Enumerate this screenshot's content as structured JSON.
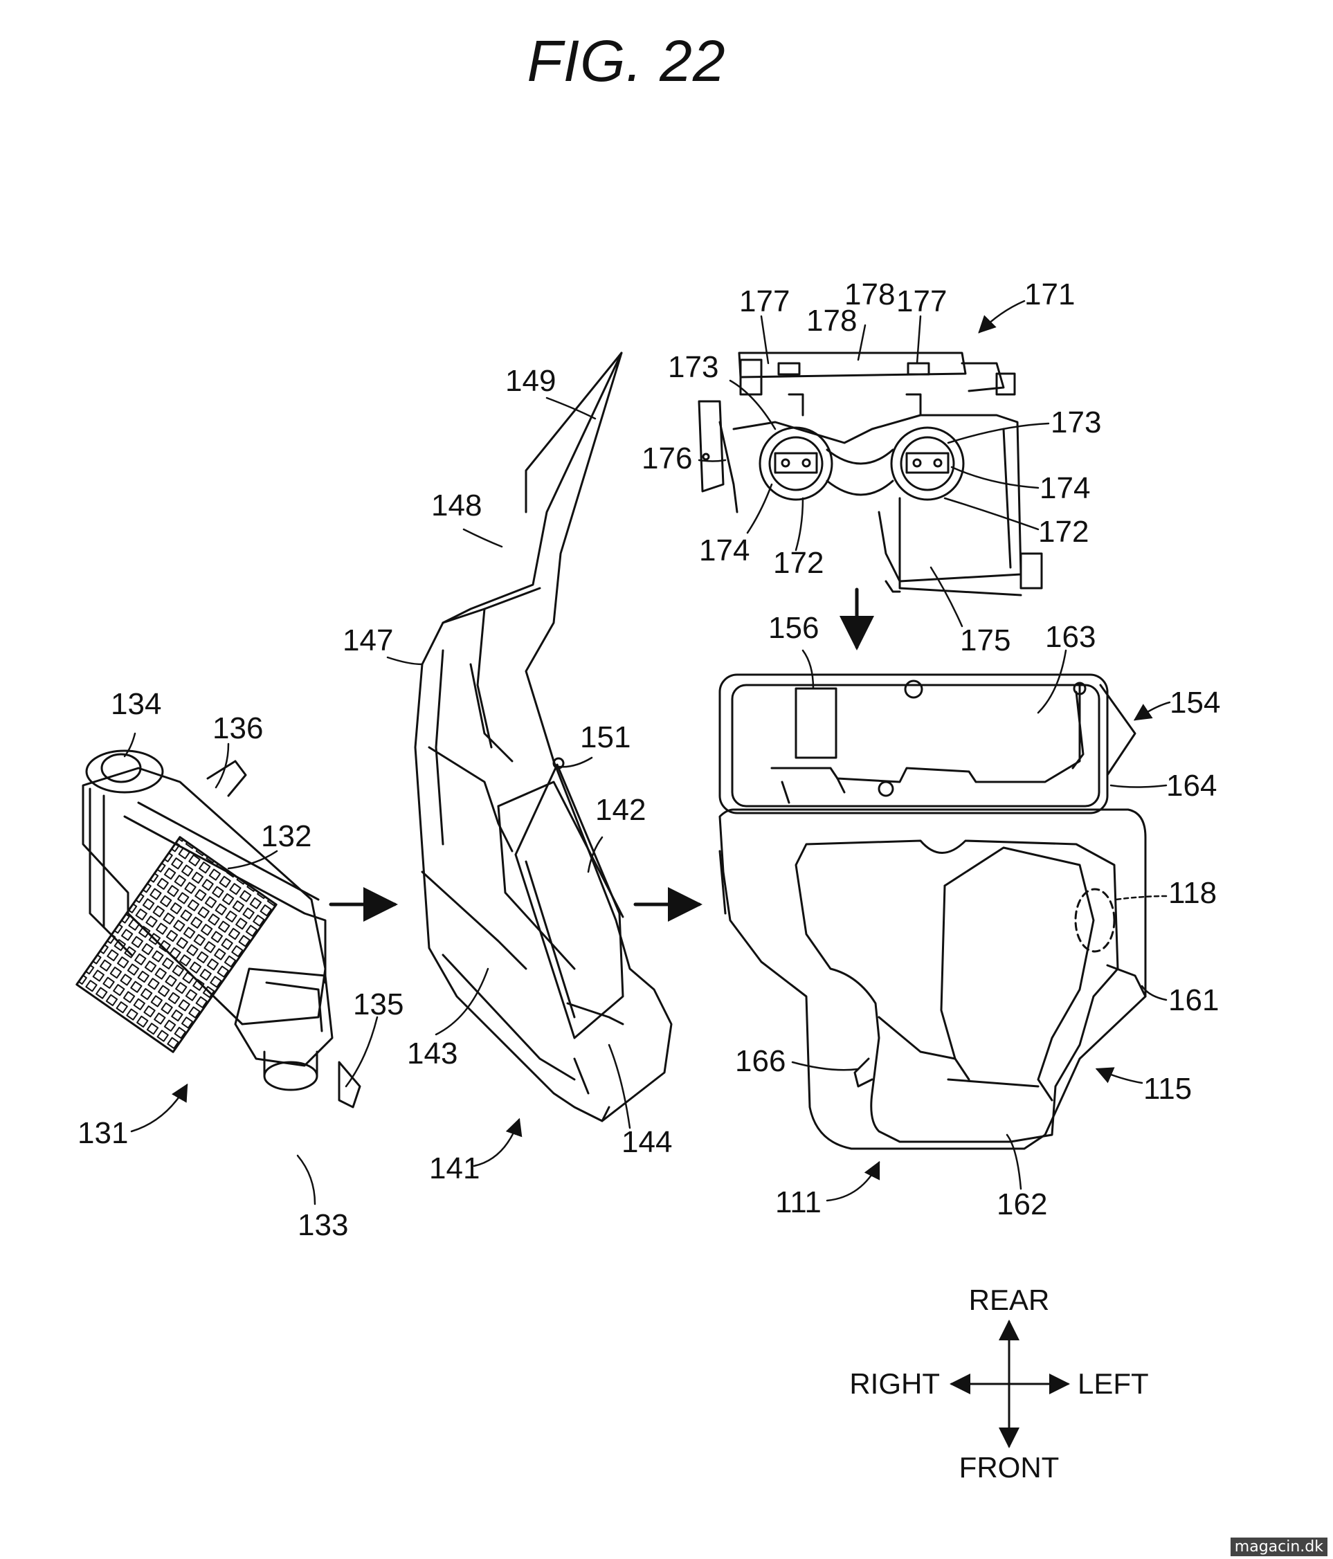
{
  "figure": {
    "title": "FIG. 22"
  },
  "labels": {
    "l171": "171",
    "l177a": "177",
    "l178a": "178",
    "l177b": "177",
    "l178b": "178",
    "l173a": "173",
    "l173b": "173",
    "l176": "176",
    "l174a": "174",
    "l174b": "174",
    "l172a": "172",
    "l172b": "172",
    "l175": "175",
    "l149": "149",
    "l148": "148",
    "l147": "147",
    "l151": "151",
    "l142": "142",
    "l143": "143",
    "l144": "144",
    "l141": "141",
    "l134": "134",
    "l136": "136",
    "l132": "132",
    "l135": "135",
    "l131": "131",
    "l133": "133",
    "l156": "156",
    "l163": "163",
    "l154": "154",
    "l164": "164",
    "l118": "118",
    "l161": "161",
    "l166": "166",
    "l115": "115",
    "l111": "111",
    "l162": "162"
  },
  "compass": {
    "rear": "REAR",
    "front": "FRONT",
    "right": "RIGHT",
    "left": "LEFT"
  },
  "watermark": "magacin.dk"
}
